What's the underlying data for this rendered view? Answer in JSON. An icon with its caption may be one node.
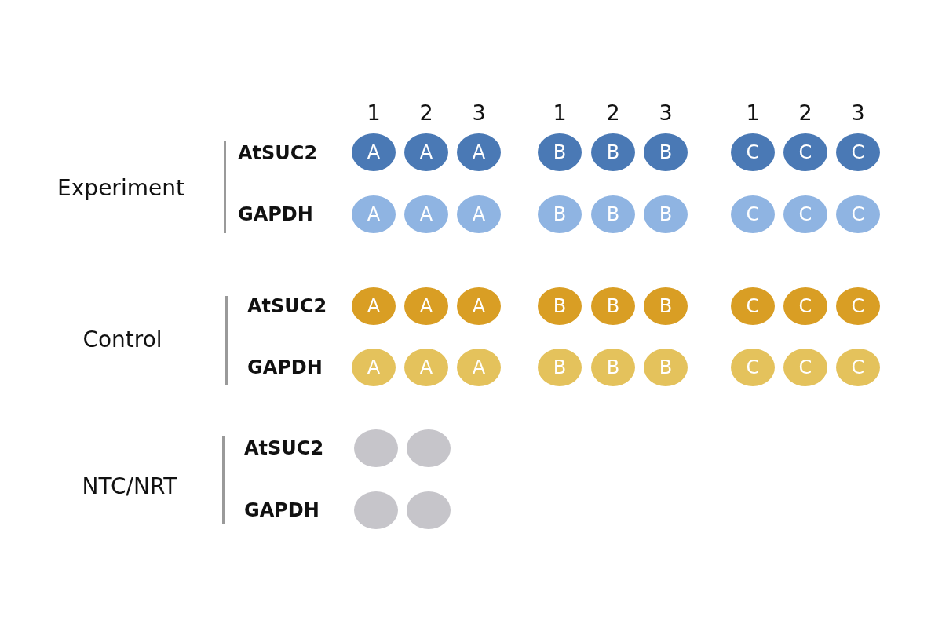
{
  "diagram": {
    "nodes": [
      {
        "text": [
          "A"
        ]
      },
      {
        "text": [
          "A"
        ]
      },
      {
        "text": [
          "A"
        ]
      },
      {
        "text": [
          "B"
        ]
      },
      {
        "text": [
          "B"
        ]
      },
      {
        "text": [
          "B"
        ]
      },
      {
        "text": [
          "C"
        ]
      },
      {
        "text": [
          "C"
        ]
      },
      {
        "text": [
          "C"
        ]
      },
      {
        "text": [
          "A"
        ]
      },
      {
        "text": [
          "A"
        ]
      },
      {
        "text": [
          "A"
        ]
      },
      {
        "text": [
          "B"
        ]
      },
      {
        "text": [
          "B"
        ]
      },
      {
        "text": [
          "B"
        ]
      },
      {
        "text": [
          "C"
        ]
      },
      {
        "text": [
          "C"
        ]
      },
      {
        "text": [
          "C"
        ]
      },
      {
        "text": [
          "A"
        ]
      },
      {
        "text": [
          "A"
        ]
      },
      {
        "text": [
          "A"
        ]
      },
      {
        "text": [
          "B"
        ]
      },
      {
        "text": [
          "B"
        ]
      },
      {
        "text": [
          "B"
        ]
      },
      {
        "text": [
          "C"
        ]
      },
      {
        "text": [
          "C"
        ]
      },
      {
        "text": [
          "C"
        ]
      },
      {
        "text": [
          "A"
        ]
      },
      {
        "text": [
          "A"
        ]
      },
      {
        "text": [
          "A"
        ]
      },
      {
        "text": [
          "B"
        ]
      },
      {
        "text": [
          "B"
        ]
      },
      {
        "text": [
          "B"
        ]
      },
      {
        "text": [
          "C"
        ]
      },
      {
        "text": [
          "C"
        ]
      },
      {
        "text": [
          "C"
        ]
      },
      {
        "text": [],
        "shape": "circle"
      },
      {
        "text": [],
        "shape": "circle"
      },
      {
        "text": [],
        "shape": "circle"
      },
      {
        "text": [],
        "shape": "circle"
      }
    ],
    "labels": [
      "1",
      "2",
      "3",
      "1",
      "2",
      "3",
      "1",
      "2",
      "3",
      "Experiment",
      "AtSUC2",
      "GAPDH",
      "Control",
      "AtSUC2",
      "GAPDH",
      "NTC/NRT",
      "AtSUC2",
      "GAPDH"
    ]
  }
}
